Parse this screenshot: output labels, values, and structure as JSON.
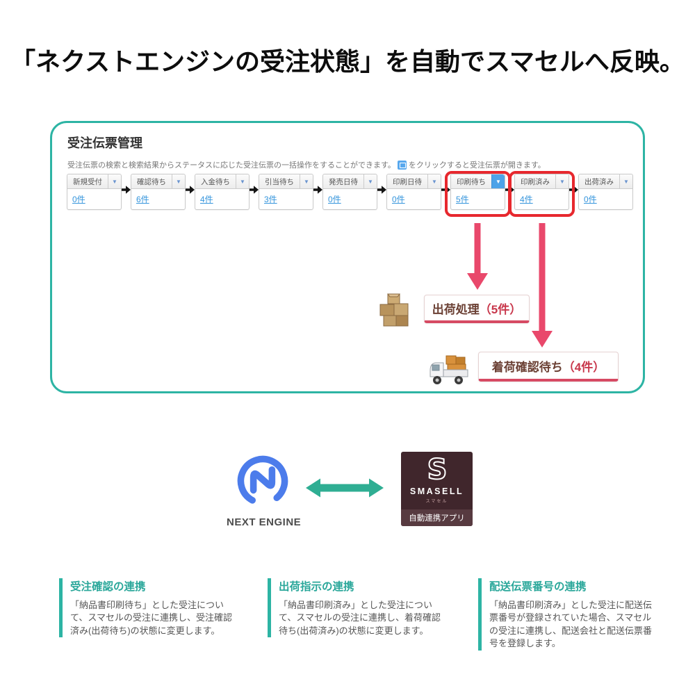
{
  "title": "「ネクストエンジンの受注状態」を自動でスマセルへ反映。",
  "panel": {
    "heading": "受注伝票管理",
    "subtitle_before": "受注伝票の検索と検索結果からステータスに応じた受注伝票の一括操作をすることができます。",
    "subtitle_after": "をクリックすると受注伝票が開きます。",
    "statuses": [
      {
        "label": "新規受付",
        "count": "0件",
        "active_dropdown": false,
        "highlighted": false
      },
      {
        "label": "確認待ち",
        "count": "6件",
        "active_dropdown": false,
        "highlighted": false
      },
      {
        "label": "入金待ち",
        "count": "4件",
        "active_dropdown": false,
        "highlighted": false
      },
      {
        "label": "引当待ち",
        "count": "3件",
        "active_dropdown": false,
        "highlighted": false
      },
      {
        "label": "発売日待",
        "count": "0件",
        "active_dropdown": false,
        "highlighted": false
      },
      {
        "label": "印刷日待",
        "count": "0件",
        "active_dropdown": false,
        "highlighted": false
      },
      {
        "label": "印刷待ち",
        "count": "5件",
        "active_dropdown": true,
        "highlighted": true
      },
      {
        "label": "印刷済み",
        "count": "4件",
        "active_dropdown": false,
        "highlighted": true
      },
      {
        "label": "出荷済み",
        "count": "0件",
        "active_dropdown": false,
        "highlighted": false
      }
    ],
    "callouts": [
      {
        "label": "出荷処理",
        "count": "（5件）"
      },
      {
        "label": "着荷確認待ち",
        "count": "（4件）"
      }
    ]
  },
  "logos": {
    "next_engine_label": "NEXT ENGINE",
    "smasell_mark": "S",
    "smasell_title": "SMASELL",
    "smasell_subtitle": "スマセル",
    "smasell_badge": "自動連携アプリ"
  },
  "features": [
    {
      "title": "受注確認の連携",
      "body": "「納品書印刷待ち」とした受注について、スマセルの受注に連携し、受注確認済み(出荷待ち)の状態に変更します。"
    },
    {
      "title": "出荷指示の連携",
      "body": "「納品書印刷済み」とした受注について、スマセルの受注に連携し、着荷確認待ち(出荷済み)の状態に変更します。"
    },
    {
      "title": "配送伝票番号の連携",
      "body": "「納品書印刷済み」とした受注に配送伝票番号が登録されていた場合、スマセルの受注に連携し、配送会社と配送伝票番号を登録します。"
    }
  ],
  "colors": {
    "panel_border_teal": "#2db4a4",
    "highlight_ring_red": "#e7282e",
    "arrow_pink": "#e9486b",
    "count_link_blue": "#3595dc",
    "active_dropdown_blue": "#4da3e8",
    "next_engine_blue": "#4c7ceb",
    "sync_arrow_teal": "#2fae93",
    "smasell_background": "#40262c",
    "smasell_band": "#573a40",
    "callout_text_brown": "#6b4034",
    "callout_count_red": "#c8374b",
    "feature_title_teal": "#2aa79a"
  }
}
